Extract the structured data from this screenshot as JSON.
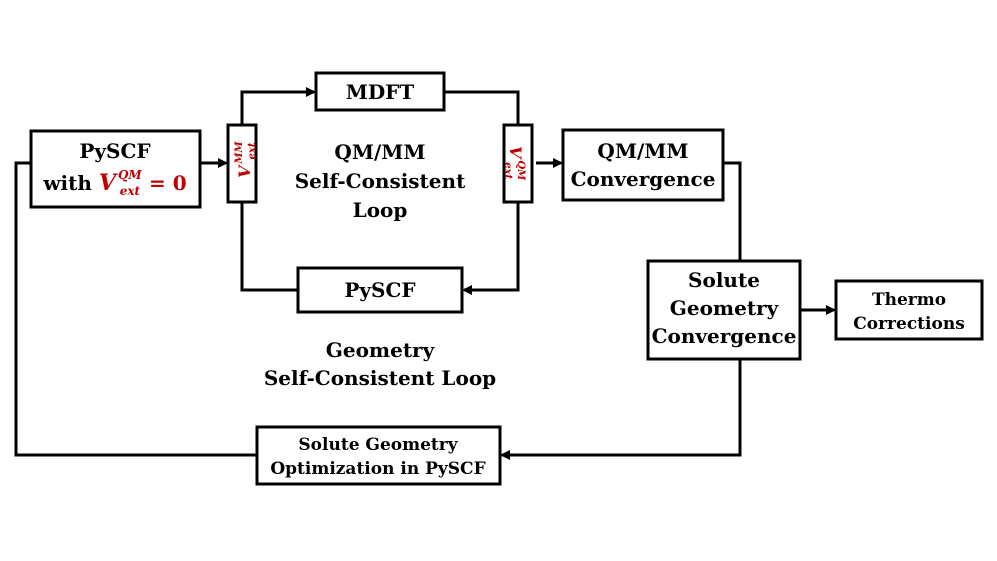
{
  "nodes": {
    "pyscf_init": {
      "line1": "PySCF",
      "line2_prefix": "with ",
      "v": "V",
      "sup": "QM",
      "sub": "ext",
      "eq": " = 0"
    },
    "v_ext_mm": {
      "v": "V",
      "sup": "MM",
      "sub": "ext"
    },
    "mdft": {
      "label": "MDFT"
    },
    "v_ext_qm": {
      "v": "V",
      "sup": "QM",
      "sub": "ext"
    },
    "pyscf_loop": {
      "label": "PySCF"
    },
    "qmmm_conv": {
      "line1": "QM/MM",
      "line2": "Convergence"
    },
    "solute_geom_conv": {
      "line1": "Solute",
      "line2": "Geometry",
      "line3": "Convergence"
    },
    "thermo": {
      "line1": "Thermo",
      "line2": "Corrections"
    },
    "geom_opt": {
      "line1": "Solute Geometry",
      "line2": "Optimization in PySCF"
    }
  },
  "loop_labels": {
    "qmmm": {
      "line1": "QM/MM",
      "line2": "Self-Consistent",
      "line3": "Loop"
    },
    "geometry": {
      "line1": "Geometry",
      "line2": "Self-Consistent Loop"
    }
  },
  "colors": {
    "stroke": "#000000",
    "accent": "#c00000",
    "background": "#ffffff"
  }
}
